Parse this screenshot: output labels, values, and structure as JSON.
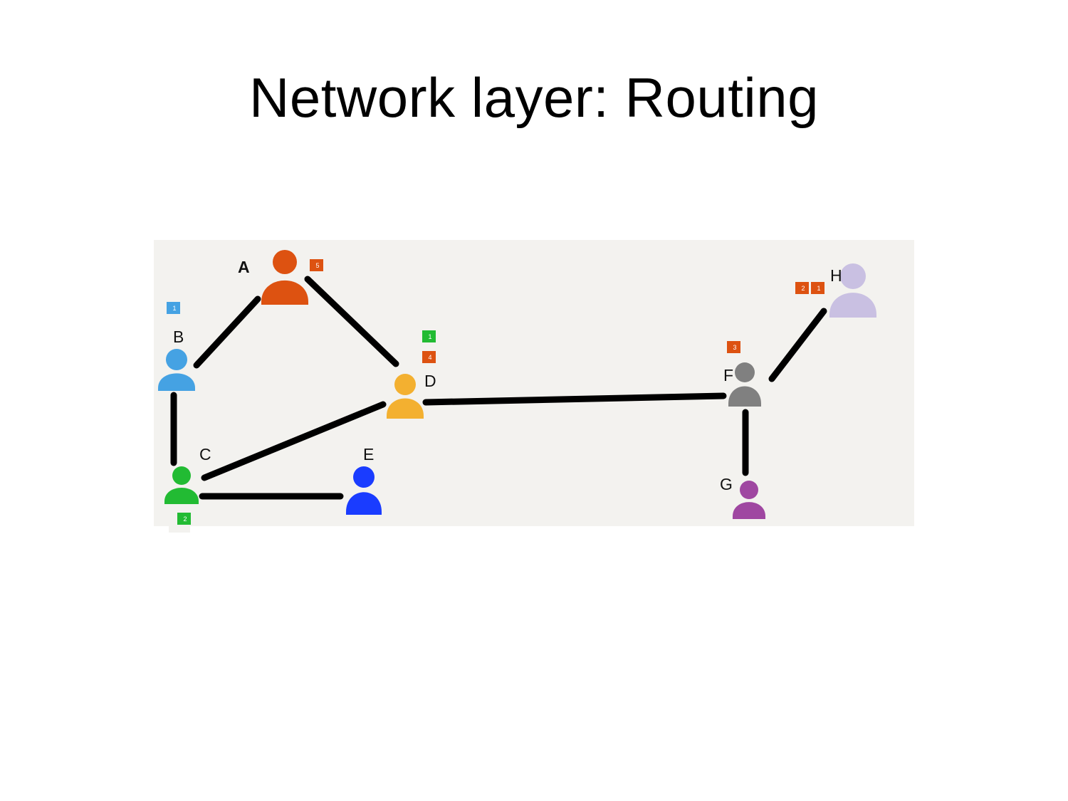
{
  "slide": {
    "title": "Network layer: Routing"
  },
  "diagram": {
    "background": "#f3f2ef",
    "link_color": "#000000",
    "nodes": [
      {
        "id": "A",
        "label": "A",
        "color": "#dd5211"
      },
      {
        "id": "B",
        "label": "B",
        "color": "#45a2e3"
      },
      {
        "id": "C",
        "label": "C",
        "color": "#22bb33"
      },
      {
        "id": "D",
        "label": "D",
        "color": "#f3b030"
      },
      {
        "id": "E",
        "label": "E",
        "color": "#1a3cff"
      },
      {
        "id": "F",
        "label": "F",
        "color": "#808080"
      },
      {
        "id": "G",
        "label": "G",
        "color": "#9f47a1"
      },
      {
        "id": "H",
        "label": "H",
        "color": "#c9c0e2"
      }
    ],
    "links": [
      {
        "from": "A",
        "to": "B"
      },
      {
        "from": "A",
        "to": "D"
      },
      {
        "from": "B",
        "to": "C"
      },
      {
        "from": "C",
        "to": "D"
      },
      {
        "from": "C",
        "to": "E"
      },
      {
        "from": "D",
        "to": "F"
      },
      {
        "from": "F",
        "to": "G"
      },
      {
        "from": "F",
        "to": "H"
      }
    ],
    "tags": [
      {
        "text": "5",
        "color": "#dd5211"
      },
      {
        "text": "1",
        "color": "#45a2e3"
      },
      {
        "text": "1",
        "color": "#22bb33"
      },
      {
        "text": "4",
        "color": "#dd5211"
      },
      {
        "text": "3",
        "color": "#dd5211"
      },
      {
        "text": "2",
        "color": "#dd5211"
      },
      {
        "text": "1",
        "color": "#dd5211"
      },
      {
        "text": "2",
        "color": "#22bb33"
      }
    ]
  }
}
